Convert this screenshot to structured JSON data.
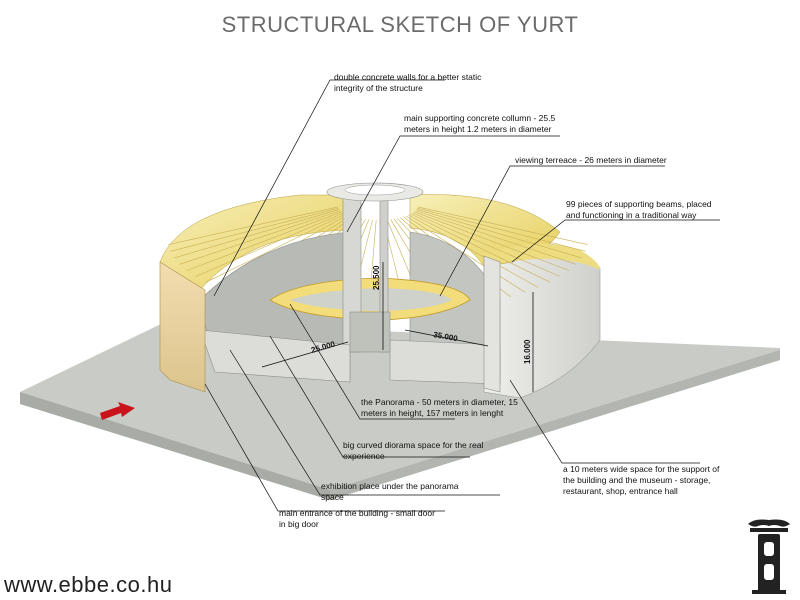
{
  "title": "STRUCTURAL SKETCH OF YURT",
  "annotations": [
    {
      "id": "walls",
      "text": "double concrete walls for a better static\nintegrity of the structure"
    },
    {
      "id": "column",
      "text": "main supporting concrete collumn - 25.5\nmeters in height 1.2 meters in diameter"
    },
    {
      "id": "terrace",
      "text": "viewing terreace - 26 meters in diameter"
    },
    {
      "id": "beams",
      "text": "99 pieces of supporting beams, placed\nand functioning in a traditional way"
    },
    {
      "id": "panorama",
      "text": "the Panorama - 50 meters in diameter, 15\nmeters in height, 157 meters in lenght"
    },
    {
      "id": "diorama",
      "text": "big curved diorama space for the real\nexperience"
    },
    {
      "id": "exhibition",
      "text": "exhibition place under the panorama\nspace"
    },
    {
      "id": "entrance",
      "text": "main entrance of the building - small door\nin big door"
    },
    {
      "id": "support",
      "text": "a 10 meters wide space for the support of\nthe building and the museum - storage,\nrestaurant, shop, entrance hall"
    }
  ],
  "dimensions": {
    "column_height": "25.500",
    "radius_left": "25.000",
    "radius_right": "35.000",
    "wall_height": "16.000"
  },
  "website": "www.ebbe.co.hu",
  "colors": {
    "roof": "#efe08a",
    "roof_light": "#f7efb8",
    "wall": "#dcdcd8",
    "ground": "#c9ccc6",
    "interior": "#b9bcb6",
    "arrow": "#c8141a",
    "title": "#6b6b6b"
  }
}
